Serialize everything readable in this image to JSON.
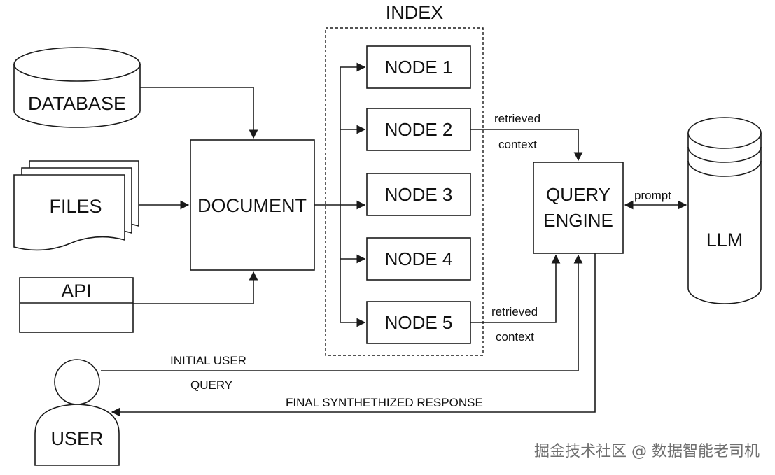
{
  "sources": {
    "database": "DATABASE",
    "files": "FILES",
    "api": "API"
  },
  "document": "DOCUMENT",
  "index": {
    "title": "INDEX",
    "nodes": [
      "NODE 1",
      "NODE 2",
      "NODE 3",
      "NODE 4",
      "NODE 5"
    ]
  },
  "query_engine": {
    "line1": "QUERY",
    "line2": "ENGINE"
  },
  "llm": "LLM",
  "user": "USER",
  "edges": {
    "retrieved_top": "retrieved",
    "context_top": "context",
    "retrieved_bottom": "retrieved",
    "context_bottom": "context",
    "prompt": "prompt",
    "initial_user": "INITIAL USER",
    "query": "QUERY",
    "final_response": "FINAL SYNTHETHIZED RESPONSE"
  },
  "watermark": "掘金技术社区 @ 数据智能老司机"
}
